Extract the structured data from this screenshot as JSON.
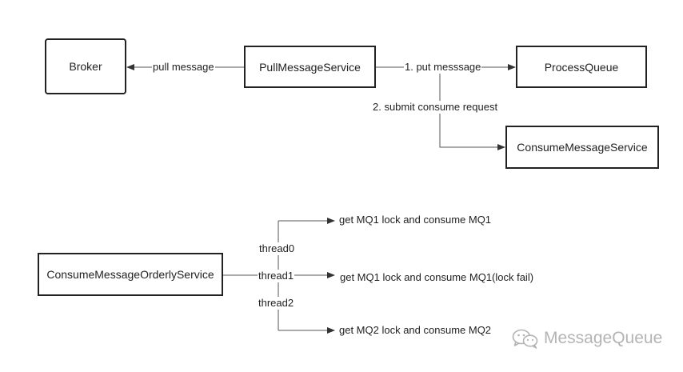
{
  "nodes": {
    "broker": "Broker",
    "pull_message_service": "PullMessageService",
    "process_queue": "ProcessQueue",
    "consume_message_service": "ConsumeMessageService",
    "consume_message_orderly_service": "ConsumeMessageOrderlyService"
  },
  "edges": {
    "pull_message": "pull message",
    "put_message": "1. put messsage",
    "submit_consume_request": "2. submit consume request"
  },
  "threads": [
    {
      "name": "thread0",
      "action": "get MQ1 lock and consume MQ1"
    },
    {
      "name": "thread1",
      "action": "get MQ1 lock and consume MQ1(lock fail)"
    },
    {
      "name": "thread2",
      "action": "get MQ2 lock and consume MQ2"
    }
  ],
  "watermark": {
    "text": "MessageQueue",
    "icon": "wechat-icon",
    "color": "#b4b4b4"
  },
  "colors": {
    "line": "#555555",
    "border": "#222222"
  }
}
